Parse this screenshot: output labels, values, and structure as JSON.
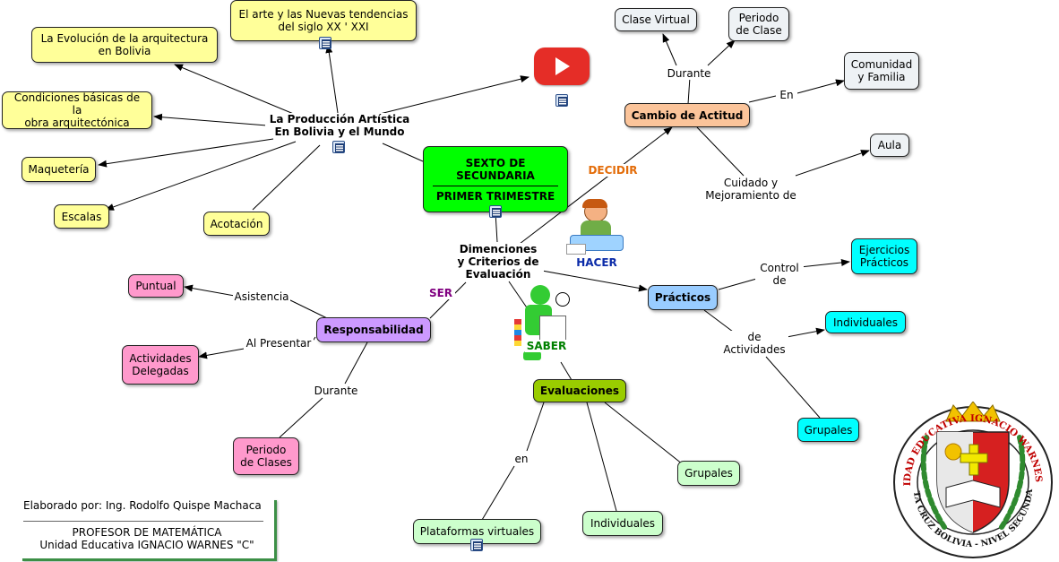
{
  "central": {
    "title": "SEXTO DE\nSECUNDARIA",
    "subtitle": "PRIMER TRIMESTRE"
  },
  "produccion": {
    "label": "La Producción Artística\nEn Bolivia y el Mundo"
  },
  "produccion_children": {
    "evolucion": "La Evolución de la arquitectura\nen Bolivia",
    "arte": "El arte y las Nuevas tendencias\ndel siglo XX ' XXI",
    "condiciones": "Condiciones básicas de la\nobra arquitectónica",
    "maqueteria": "Maquetería",
    "escalas": "Escalas",
    "acotacion": "Acotación"
  },
  "dimensiones": {
    "label": "Dimenciones\ny Criterios de\nEvaluación"
  },
  "dims": {
    "decidir": "DECIDIR",
    "hacer": "HACER",
    "ser": "SER",
    "saber": "SABER"
  },
  "cambio": {
    "label": "Cambio de Actitud",
    "durante": "Durante",
    "en": "En",
    "cuidado": "Cuidado y\nMejoramiento de",
    "clase_virtual": "Clase Virtual",
    "periodo_clase": "Periodo\nde Clase",
    "comunidad": "Comunidad\ny Familia",
    "aula": "Aula"
  },
  "practicos": {
    "label": "Prácticos",
    "control": "Control\nde",
    "de_actividades": "de\nActividades",
    "ejercicios": "Ejercicios\nPrácticos",
    "individuales": "Individuales",
    "grupales": "Grupales"
  },
  "responsabilidad": {
    "label": "Responsabilidad",
    "asistencia": "Asistencia",
    "al_presentar": "Al Presentar",
    "durante": "Durante",
    "puntual": "Puntual",
    "actividades": "Actividades\nDelegadas",
    "periodo": "Periodo\nde Clases"
  },
  "evaluaciones": {
    "label": "Evaluaciones",
    "en": "en",
    "plataformas": "Plataformas virtuales",
    "individuales": "Individuales",
    "grupales": "Grupales"
  },
  "footer": {
    "author": "Elaborado por: Ing. Rodolfo Quispe Machaca",
    "role": "PROFESOR DE MATEMÁTICA",
    "school": "Unidad Educativa IGNACIO WARNES \"C\""
  },
  "logo": {
    "top_text": "UNIDAD EDUCATIVA IGNACIO WARNES \"C\"",
    "bottom_text": "SANTA CRUZ BOLIVIA - NIVEL SECUNDARIO"
  },
  "colors": {
    "central": "#00ff00",
    "dims_decidir": "#e36c09",
    "dims_hacer": "#0a2aa8",
    "dims_ser": "#800080",
    "dims_saber": "#008000",
    "cambio": "#fbc49a",
    "practicos": "#99ccff",
    "responsabilidad": "#cc99ff",
    "evaluaciones": "#99cc00"
  }
}
